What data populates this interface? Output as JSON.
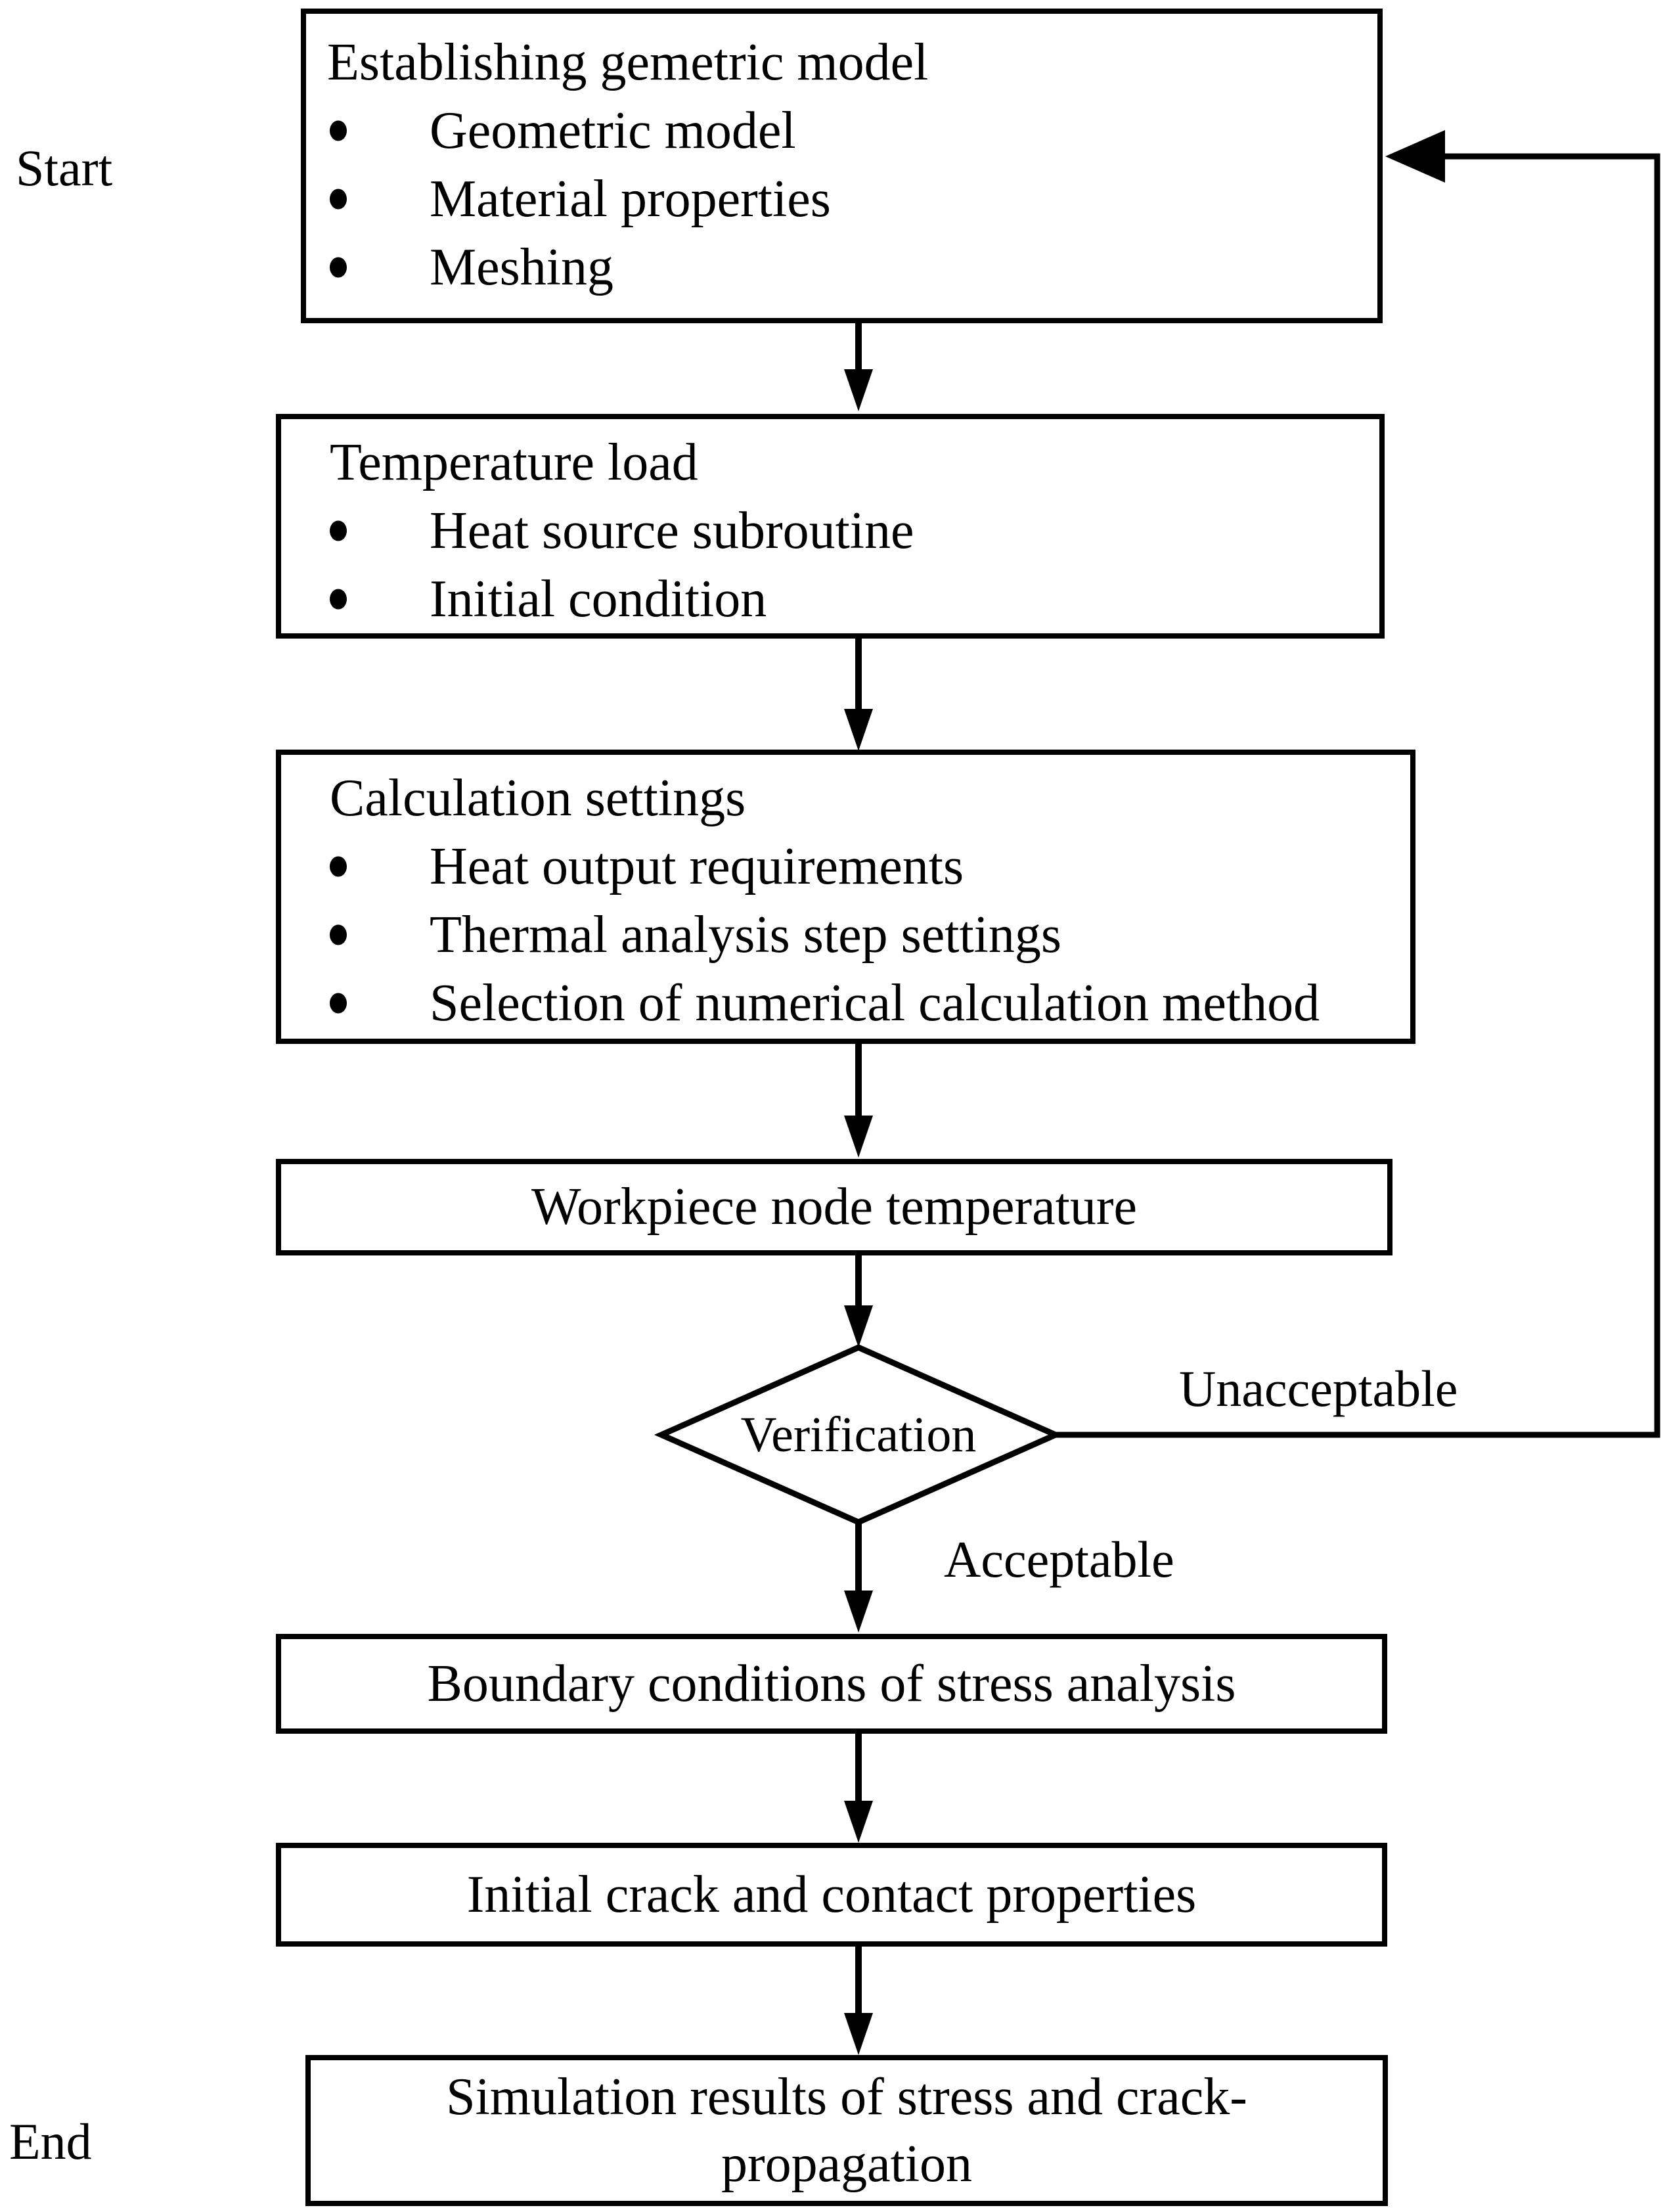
{
  "page": {
    "background": "#ffffff",
    "ink": "#000000"
  },
  "labels": {
    "start": "Start",
    "end": "End"
  },
  "flow": {
    "box1": {
      "title": "Establishing gemetric model",
      "bullets": [
        "Geometric model",
        "Material properties",
        "Meshing"
      ]
    },
    "box2": {
      "title": "Temperature load",
      "bullets": [
        "Heat source subroutine",
        "Initial condition"
      ]
    },
    "box3": {
      "title": "Calculation settings",
      "bullets": [
        "Heat output requirements",
        "Thermal analysis step settings",
        "Selection of numerical calculation method"
      ]
    },
    "box4": {
      "title": "Workpiece node temperature"
    },
    "decision": {
      "label": "Verification",
      "branch_no": "Unacceptable",
      "branch_yes": "Acceptable"
    },
    "box5": {
      "title": "Boundary conditions of stress analysis"
    },
    "box6": {
      "title": "Initial crack and contact properties"
    },
    "box7": {
      "lines": [
        "Simulation results of stress and crack-",
        "propagation"
      ]
    }
  }
}
